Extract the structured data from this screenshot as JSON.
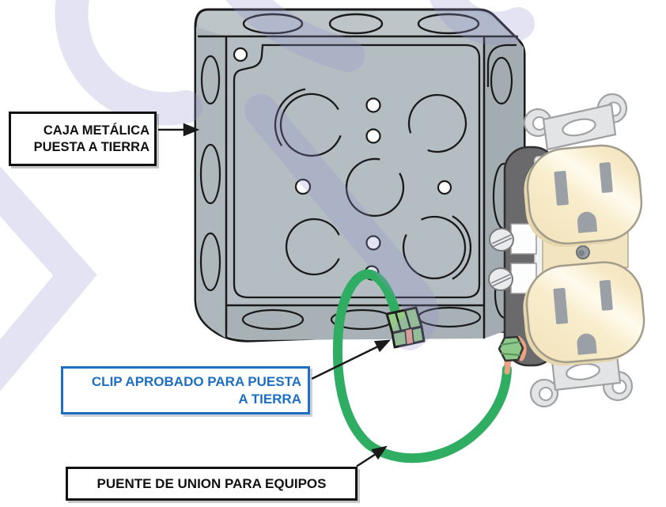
{
  "labels": {
    "caja": {
      "line1": "CAJA METÁLICA",
      "line2": "PUESTA A TIERRA"
    },
    "clip": {
      "line1": "CLIP APROBADO PARA PUESTA",
      "line2": "A TIERRA"
    },
    "puente": {
      "text": "PUENTE DE UNION PARA EQUIPOS"
    }
  },
  "colors": {
    "label_blue": "#1c6fc3",
    "label_black": "#111111",
    "wire_green": "#2fad63",
    "clip_green": "#95cb85",
    "copper": "#eba183",
    "box_gray": "#b4bdc1",
    "receptacle_cream": "#f7ebca",
    "receptacle_body_gray": "#6a6a6c",
    "strap_gray": "#e2e4e6",
    "ground_screw_green": "#8fc88b",
    "watermark_lavender": "#9292d0"
  },
  "figure": {
    "components": [
      {
        "name": "metal-junction-box"
      },
      {
        "name": "grounding-clip"
      },
      {
        "name": "bonding-jumper-wire"
      },
      {
        "name": "duplex-receptacle"
      },
      {
        "name": "ground-screw"
      }
    ]
  }
}
